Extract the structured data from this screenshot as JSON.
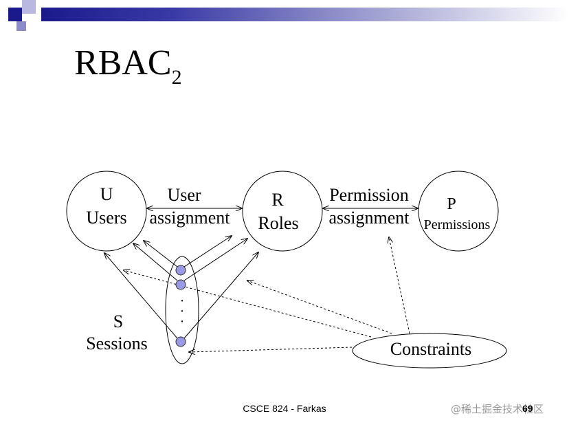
{
  "title": {
    "main": "RBAC",
    "sub": "2"
  },
  "nodes": {
    "users": {
      "letter": "U",
      "name": "Users"
    },
    "roles": {
      "letter": "R",
      "name": "Roles"
    },
    "permissions": {
      "letter": "P",
      "name": "Permissions"
    },
    "sessions": {
      "letter": "S",
      "name": "Sessions",
      "dots": "·\n·\n·"
    },
    "constraints": {
      "name": "Constraints"
    }
  },
  "edges": {
    "user_assignment": {
      "line1": "User",
      "line2": "assignment"
    },
    "permission_assignment": {
      "line1": "Permission",
      "line2": "assignment"
    }
  },
  "footer": {
    "course": "CSCE 824 - Farkas",
    "page": "69"
  },
  "watermark": "@稀土掘金技术社区",
  "colors": {
    "session_dot": "#9999e6",
    "header_dark": "#1a1a8c"
  }
}
